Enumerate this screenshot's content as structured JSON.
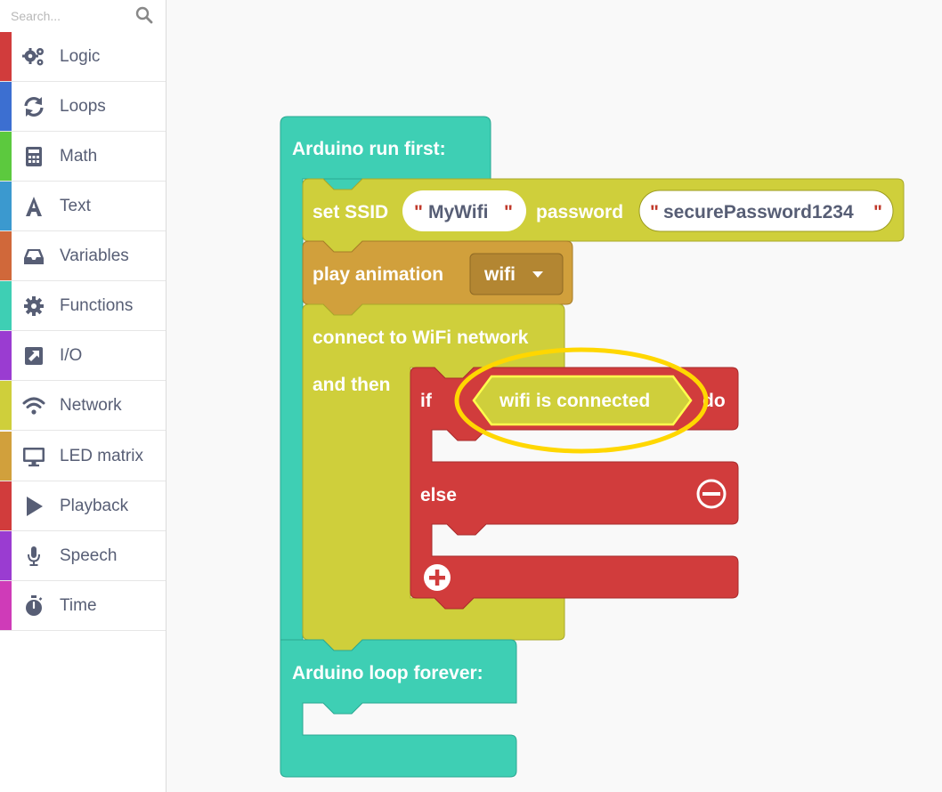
{
  "toolbox": {
    "search": {
      "placeholder": "Search...",
      "value": ""
    },
    "categories": [
      {
        "label": "Logic",
        "icon": "gears-icon",
        "color": "#d13c3c"
      },
      {
        "label": "Loops",
        "icon": "refresh-icon",
        "color": "#3c6fd1"
      },
      {
        "label": "Math",
        "icon": "calculator-icon",
        "color": "#5cc93e"
      },
      {
        "label": "Text",
        "icon": "letter-a-icon",
        "color": "#3b99cf"
      },
      {
        "label": "Variables",
        "icon": "inbox-icon",
        "color": "#d0683a"
      },
      {
        "label": "Functions",
        "icon": "gear-icon",
        "color": "#3ecfb4"
      },
      {
        "label": "I/O",
        "icon": "external-link-icon",
        "color": "#9a3cd1"
      },
      {
        "label": "Network",
        "icon": "wifi-icon",
        "color": "#cfcf3b"
      },
      {
        "label": "LED matrix",
        "icon": "monitor-icon",
        "color": "#d1a03c"
      },
      {
        "label": "Playback",
        "icon": "play-icon",
        "color": "#d13c3c"
      },
      {
        "label": "Speech",
        "icon": "microphone-icon",
        "color": "#9a3cd1"
      },
      {
        "label": "Time",
        "icon": "stopwatch-icon",
        "color": "#cf3bb8"
      }
    ]
  },
  "blocks": {
    "run_first": {
      "label": "Arduino run first:",
      "color": "#3ecfb4"
    },
    "set_ssid": {
      "label": "set SSID",
      "ssid_value": "MyWifi",
      "password_label": "password",
      "password_value": "securePassword1234",
      "quote": "\"",
      "color": "#cfcf3b"
    },
    "play_animation": {
      "label": "play animation",
      "dropdown_value": "wifi",
      "color": "#d1a03c"
    },
    "connect": {
      "label": "connect to WiFi network",
      "then_label": "and then",
      "color": "#cfcf3b"
    },
    "if_block": {
      "if_label": "if",
      "do_label": "do",
      "else_label": "else",
      "color": "#d13c3c"
    },
    "condition": {
      "label": "wifi is connected",
      "highlight_color": "#ffd700"
    },
    "loop_forever": {
      "label": "Arduino loop forever:",
      "color": "#3ecfb4"
    }
  }
}
